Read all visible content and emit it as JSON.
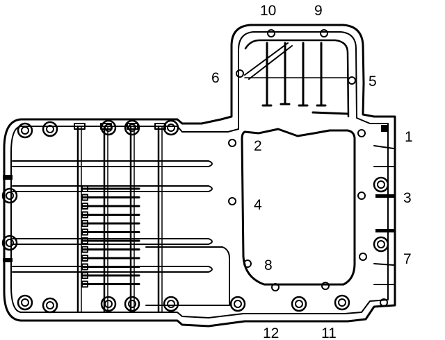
{
  "callouts": [
    {
      "id": "c10",
      "text": "10"
    },
    {
      "id": "c9",
      "text": "9"
    },
    {
      "id": "c6",
      "text": "6"
    },
    {
      "id": "c5",
      "text": "5"
    },
    {
      "id": "c1",
      "text": "1"
    },
    {
      "id": "c2",
      "text": "2"
    },
    {
      "id": "c3",
      "text": "3"
    },
    {
      "id": "c4",
      "text": "4"
    },
    {
      "id": "c7",
      "text": "7"
    },
    {
      "id": "c8",
      "text": "8"
    },
    {
      "id": "c12",
      "text": "12"
    },
    {
      "id": "c11",
      "text": "11"
    }
  ]
}
